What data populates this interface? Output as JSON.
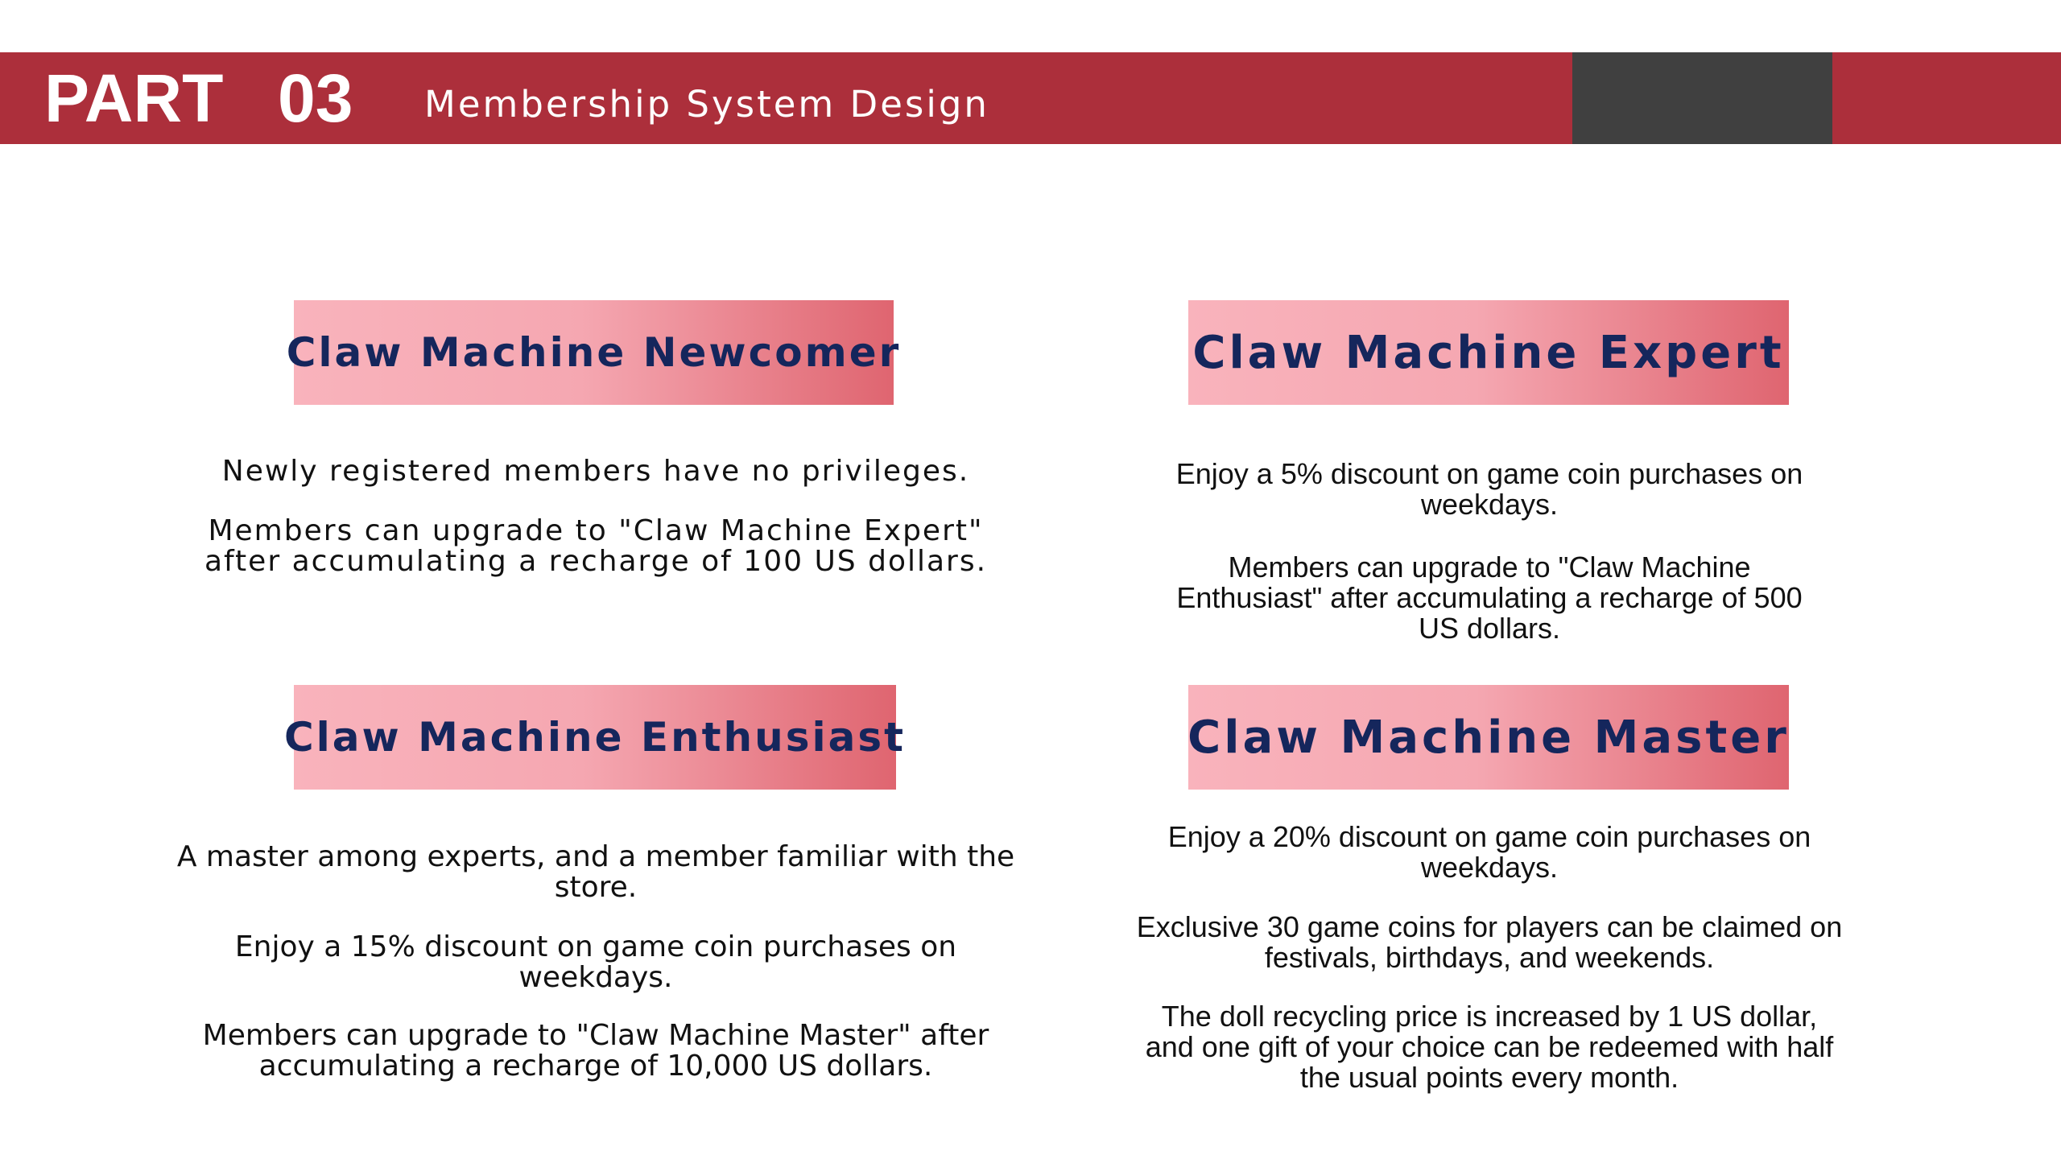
{
  "header": {
    "part_label": "PART",
    "part_number": "03",
    "subtitle": "Membership System Design"
  },
  "tiers": [
    {
      "title": "Claw Machine Newcomer",
      "lines": [
        "Newly registered members have no privileges.",
        "Members can upgrade to \"Claw Machine Expert\" after accumulating a recharge of 100 US dollars."
      ]
    },
    {
      "title": "Claw Machine Expert",
      "lines": [
        "Enjoy a 5% discount on game coin purchases on weekdays.",
        "Members can upgrade to \"Claw Machine Enthusiast\" after accumulating a recharge of 500 US dollars."
      ]
    },
    {
      "title": "Claw Machine Enthusiast",
      "lines": [
        "A master among experts, and a member familiar with the store.",
        "Enjoy a 15% discount on game coin purchases on weekdays.",
        "Members can upgrade to \"Claw Machine Master\" after accumulating a recharge of 10,000 US dollars."
      ]
    },
    {
      "title": "Claw Machine Master",
      "lines": [
        "Enjoy a 20% discount on game coin purchases on weekdays.",
        "Exclusive 30 game coins for players can be claimed on festivals, birthdays, and weekends.",
        "The doll recycling price is increased by 1 US dollar, and one gift of your choice can be redeemed with half the usual points every month."
      ]
    }
  ],
  "colors": {
    "banner": "#ac2f3b",
    "banner_accent": "#404040",
    "tier_title": "#15265c",
    "tier_gradient_start": "#f9b3bc",
    "tier_gradient_end": "#df6570"
  }
}
